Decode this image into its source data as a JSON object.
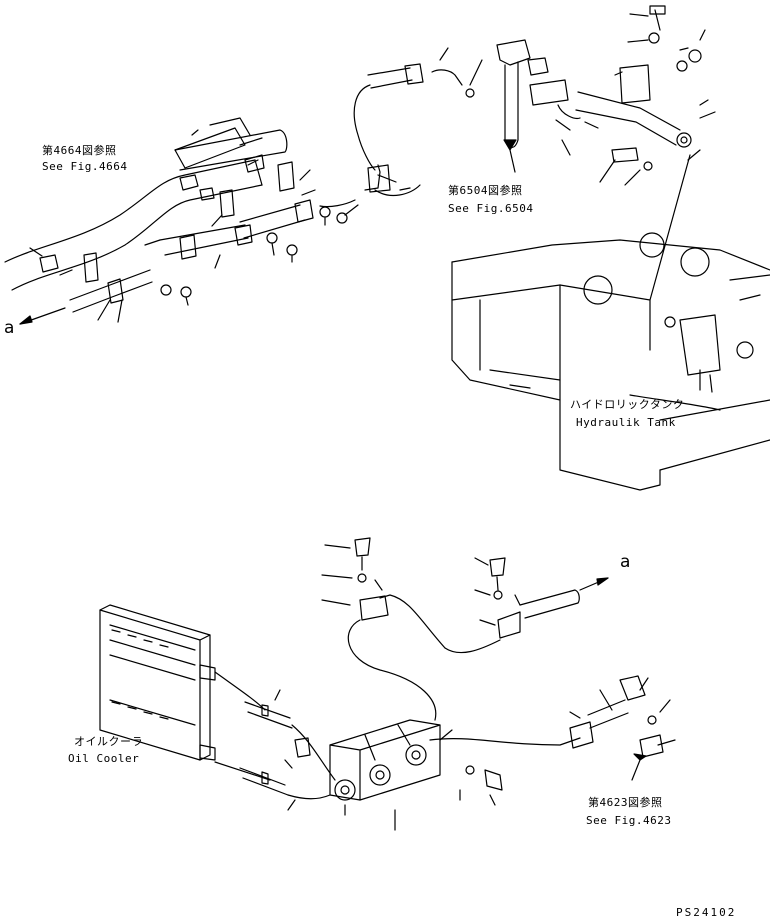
{
  "labels": {
    "ref_4664_jp": "第4664図参照",
    "ref_4664_en": "See Fig.4664",
    "ref_6504_jp": "第6504図参照",
    "ref_6504_en": "See Fig.6504",
    "tank_jp": "ハイドロリックタンク",
    "tank_en": "Hydraulik Tank",
    "cooler_jp": "オイルクーラ",
    "cooler_en": "Oil Cooler",
    "ref_4623_jp": "第4623図参照",
    "ref_4623_en": "See Fig.4623",
    "connector_top": "a",
    "connector_bottom": "a",
    "drawing_code": "PS24102"
  }
}
